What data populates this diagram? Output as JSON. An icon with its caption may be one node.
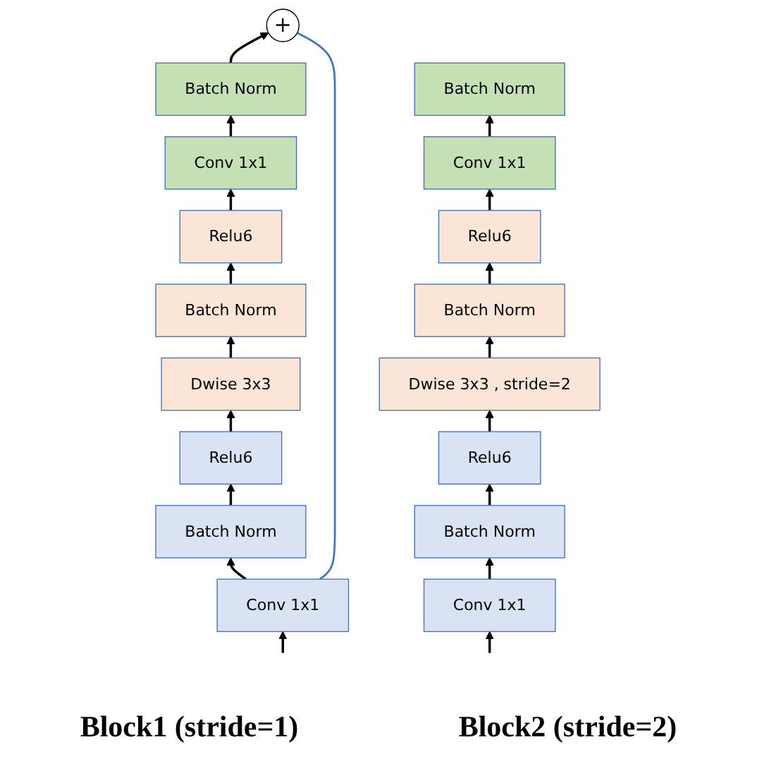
{
  "diagram": {
    "nodes": [
      {
        "text": [
          "+"
        ]
      },
      {
        "text": [
          "Batch Norm"
        ]
      },
      {
        "text": [
          "Conv 1x1"
        ]
      },
      {
        "text": [
          "Relu6"
        ]
      },
      {
        "text": [
          "Batch Norm"
        ]
      },
      {
        "text": [
          "Dwise 3x3"
        ]
      },
      {
        "text": [
          "Relu6"
        ]
      },
      {
        "text": [
          "Batch Norm"
        ]
      },
      {
        "text": [
          "Conv 1x1"
        ]
      },
      {
        "text": [
          "Batch Norm"
        ]
      },
      {
        "text": [
          "Conv 1x1"
        ]
      },
      {
        "text": [
          "Relu6"
        ]
      },
      {
        "text": [
          "Batch Norm"
        ]
      },
      {
        "text": [
          "Dwise 3x3 , stride=2"
        ]
      },
      {
        "text": [
          "Relu6"
        ]
      },
      {
        "text": [
          "Batch Norm"
        ]
      },
      {
        "text": [
          "Conv 1x1"
        ]
      }
    ],
    "edges": [
      {
        "from": null,
        "to": 8,
        "arrow": "to"
      },
      {
        "from": 8,
        "to": 7,
        "arrow": "to"
      },
      {
        "from": 7,
        "to": 6,
        "arrow": "to"
      },
      {
        "from": 6,
        "to": 5,
        "arrow": "to"
      },
      {
        "from": 5,
        "to": 4,
        "arrow": "to"
      },
      {
        "from": 4,
        "to": 3,
        "arrow": "to"
      },
      {
        "from": 3,
        "to": 2,
        "arrow": "to"
      },
      {
        "from": 2,
        "to": 1,
        "arrow": "to"
      },
      {
        "from": 1,
        "to": 0,
        "arrow": "to"
      },
      {
        "from": 8,
        "to": 0,
        "arrow": "none",
        "color": "#4472c4"
      },
      {
        "from": null,
        "to": 16,
        "arrow": "to"
      },
      {
        "from": 16,
        "to": 15,
        "arrow": "to"
      },
      {
        "from": 15,
        "to": 14,
        "arrow": "to"
      },
      {
        "from": 14,
        "to": 13,
        "arrow": "to"
      },
      {
        "from": 13,
        "to": 12,
        "arrow": "to"
      },
      {
        "from": 12,
        "to": 11,
        "arrow": "to"
      },
      {
        "from": 11,
        "to": 10,
        "arrow": "to"
      },
      {
        "from": 10,
        "to": 9,
        "arrow": "to"
      }
    ],
    "labels": [
      "Block1 (stride=1)",
      "Block2 (stride=2)"
    ]
  }
}
